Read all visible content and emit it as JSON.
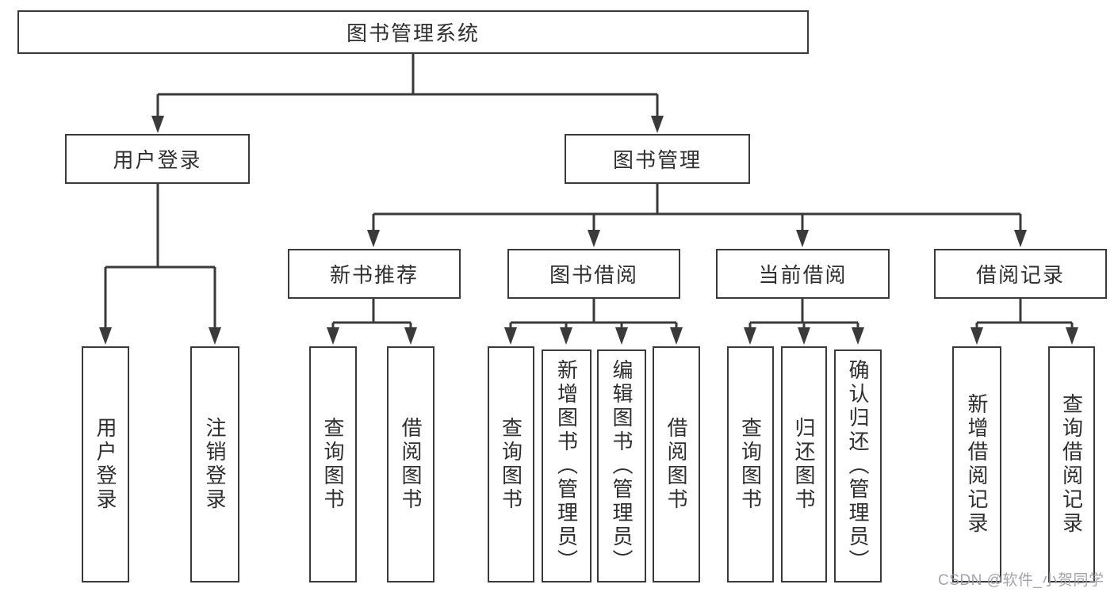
{
  "colors": {
    "line": "#3a3a3a",
    "box_border": "#3a3a3a",
    "text": "#2f2f2f",
    "background": "#ffffff",
    "watermark": "#9e9ea4"
  },
  "nodes": {
    "root": "图书管理系统",
    "user_login": "用户登录",
    "book_management": "图书管理",
    "new_book_recommend": "新书推荐",
    "book_borrow": "图书借阅",
    "current_borrow": "当前借阅",
    "borrow_record": "借阅记录",
    "leaf_user_login": "用户登录",
    "leaf_logout": "注销登录",
    "leaf_query_book_recommend": "查询图书",
    "leaf_borrow_book_recommend": "借阅图书",
    "leaf_query_book_borrow": "查询图书",
    "leaf_add_book": "新增图书（管理员）",
    "leaf_edit_book": "编辑图书（管理员）",
    "leaf_borrow_book_borrow": "借阅图书",
    "leaf_query_book_current": "查询图书",
    "leaf_return_book": "归还图书",
    "leaf_confirm_return": "确认归还（管理员）",
    "leaf_add_borrow_record": "新增借阅记录",
    "leaf_query_borrow_record": "查询借阅记录"
  },
  "watermark": "CSDN @软件_小贺同学"
}
